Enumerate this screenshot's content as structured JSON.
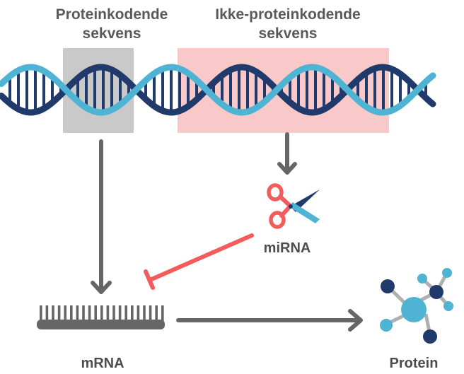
{
  "labels": {
    "coding_line1": "Proteinkodende",
    "coding_line2": "sekvens",
    "noncoding_line1": "Ikke-proteinkodende",
    "noncoding_line2": "sekvens",
    "mirna": "miRNA",
    "mrna": "mRNA",
    "protein": "Protein"
  },
  "colors": {
    "dna_dark_strand": "#1f3a6b",
    "dna_light_strand": "#4fb3d3",
    "coding_highlight": "#c9c9c9",
    "noncoding_highlight": "#f9c9c9",
    "arrow_gray": "#666666",
    "inhibition_red": "#f25c5c",
    "scissors_red": "#f25c5c",
    "scissors_blue": "#4fb3d3",
    "molecule_light": "#4fb3d3",
    "molecule_dark": "#1f3a6b"
  },
  "icons": [
    "dna-helix-icon",
    "scissors-icon",
    "mrna-comb-icon",
    "protein-molecule-icon"
  ]
}
